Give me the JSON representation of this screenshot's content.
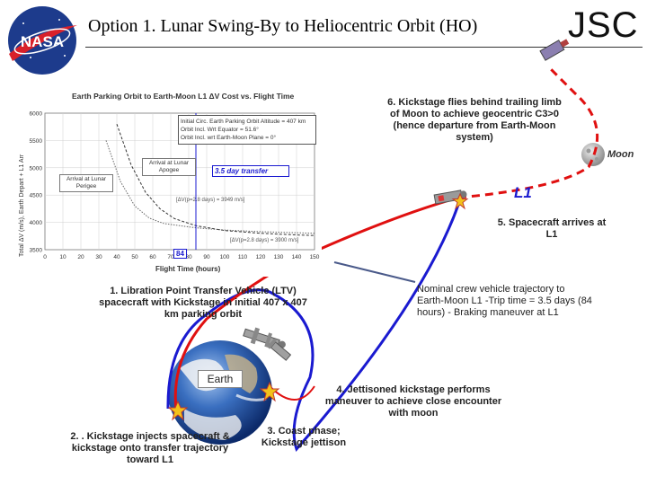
{
  "header": {
    "title": "Option 1. Lunar Swing-By to Heliocentric Orbit (HO)",
    "org": "JSC",
    "logo_text": "NASA"
  },
  "inset_chart": {
    "title": "Earth Parking Orbit to Earth-Moon L1 ΔV Cost vs. Flight Time",
    "ylabel": "Total ΔV (m/s), Earth Depart + L1 Arr",
    "xlabel": "Flight Time  (hours)",
    "x_ticks": [
      "0",
      "10",
      "20",
      "30",
      "40",
      "50",
      "60",
      "70",
      "80",
      "90",
      "100",
      "110",
      "120",
      "130",
      "140",
      "150"
    ],
    "y_ticks": [
      "6000",
      "5500",
      "5000",
      "4500",
      "4000",
      "3500"
    ],
    "annotation_conditions": [
      "Initial Circ. Earth Parking Orbit Altitude = 407 km",
      "Orbit Incl. Wrt Equator = 51.6°",
      "Orbit Incl. wrt Earth-Moon Plane = 0°"
    ],
    "label_apogee": "Arrival at Lunar Apogee",
    "label_perigee": "Arrival at Lunar Perigee",
    "label_3_5_day": "3.5 day transfer",
    "label_dv1": "[ΔV(p=2.8 days) = 3949 m/s]",
    "label_dv2": "[ΔV(p=2.8 days) = 3900 m/s]",
    "label_84": "84"
  },
  "chart_data": {
    "type": "line",
    "title": "Earth Parking Orbit to Earth-Moon L1 ΔV Cost vs. Flight Time",
    "xlabel": "Flight Time  (hours)",
    "ylabel": "Total ΔV (m/s), Earth Depart + L1 Arr",
    "xlim": [
      0,
      150
    ],
    "ylim": [
      3500,
      6000
    ],
    "grid": true,
    "series": [
      {
        "x": [
          40,
          48,
          56,
          64,
          72,
          84,
          100,
          120,
          140,
          150
        ],
        "y": [
          5800,
          5050,
          4550,
          4250,
          4070,
          3940,
          3850,
          3800,
          3770,
          3760
        ]
      },
      {
        "x": [
          34,
          42,
          50,
          58,
          66,
          84,
          100,
          120,
          140,
          150
        ],
        "y": [
          5500,
          4750,
          4300,
          4080,
          3980,
          3900,
          3860,
          3830,
          3810,
          3800
        ]
      }
    ]
  },
  "labels": {
    "moon": "Moon",
    "l1": "L1",
    "earth": "Earth"
  },
  "notes": {
    "step1": "1.  Libration Point Transfer Vehicle (LTV) spacecraft with Kickstage in initial 407 x 407 km parking orbit",
    "step2": "2. . Kickstage injects spacecraft & kickstage onto transfer trajectory toward L1",
    "step3": "3.  Coast phase; Kickstage jettison",
    "step4": "4. Jettisoned kickstage performs maneuver to achieve close encounter with moon",
    "step5": "5.  Spacecraft arrives at L1",
    "step6": "6.  Kickstage flies behind trailing limb of Moon to achieve geocentric C3>0 (hence departure from Earth-Moon system)",
    "crew": "Nominal crew vehicle trajectory to Earth-Moon L1 -Trip time = 3.5 days (84 hours) - Braking maneuver at L1"
  },
  "colors": {
    "crew_path": "#1a1ad0",
    "kickstage_path": "#e01010",
    "callout": "#4a5a8a"
  }
}
